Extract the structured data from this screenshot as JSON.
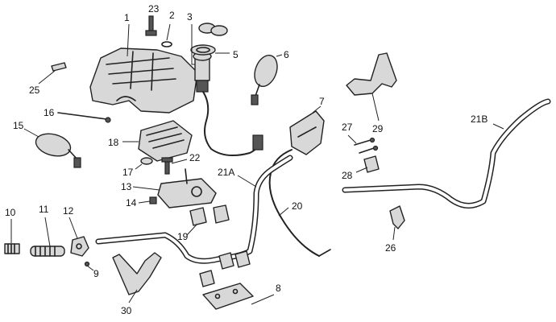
{
  "callouts": {
    "c1": "1",
    "c2": "2",
    "c3": "3",
    "c5": "5",
    "c6": "6",
    "c7": "7",
    "c8": "8",
    "c9": "9",
    "c10": "10",
    "c11": "11",
    "c12": "12",
    "c13": "13",
    "c14": "14",
    "c15": "15",
    "c16": "16",
    "c17": "17",
    "c18": "18",
    "c19": "19",
    "c20": "20",
    "c21a": "21A",
    "c21b": "21B",
    "c22": "22",
    "c23": "23",
    "c25": "25",
    "c26": "26",
    "c27": "27",
    "c28": "28",
    "c29": "29",
    "c30": "30"
  }
}
